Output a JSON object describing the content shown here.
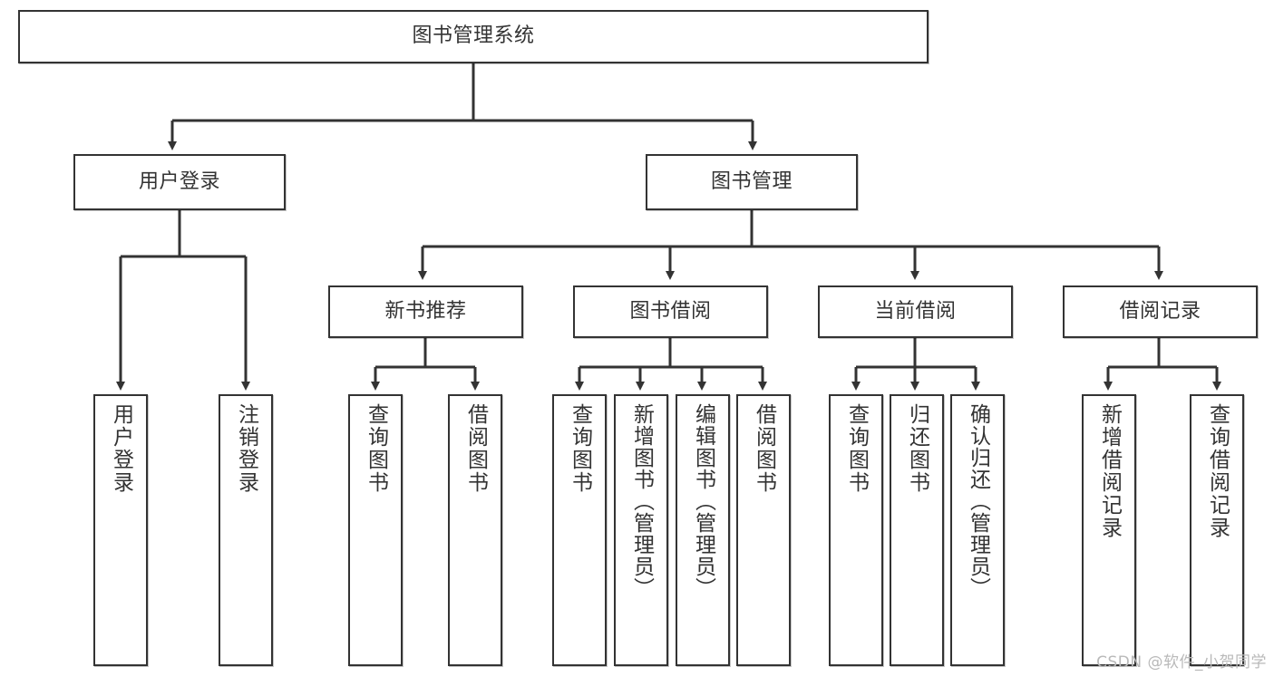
{
  "diagram": {
    "title": "图书管理系统",
    "watermark": "CSDN @软件_小贺同学",
    "line_color": "#333333",
    "box_fill": "#ffffff",
    "box_border": "#333333"
  },
  "nodes": {
    "root": {
      "label": "图书管理系统"
    },
    "level2": [
      {
        "label": "用户登录"
      },
      {
        "label": "图书管理"
      }
    ],
    "level3": [
      {
        "label": "新书推荐"
      },
      {
        "label": "图书借阅"
      },
      {
        "label": "当前借阅"
      },
      {
        "label": "借阅记录"
      }
    ],
    "leaves_user_login": [
      {
        "label": "用户登录"
      },
      {
        "label": "注销登录"
      }
    ],
    "leaves_new_book": [
      {
        "label": "查询图书"
      },
      {
        "label": "借阅图书"
      }
    ],
    "leaves_borrow": [
      {
        "label": "查询图书"
      },
      {
        "label": "新增图书（管理员）"
      },
      {
        "label": "编辑图书（管理员）"
      },
      {
        "label": "借阅图书"
      }
    ],
    "leaves_current": [
      {
        "label": "查询图书"
      },
      {
        "label": "归还图书"
      },
      {
        "label": "确认归还（管理员）"
      }
    ],
    "leaves_records": [
      {
        "label": "新增借阅记录"
      },
      {
        "label": "查询借阅记录"
      }
    ]
  }
}
